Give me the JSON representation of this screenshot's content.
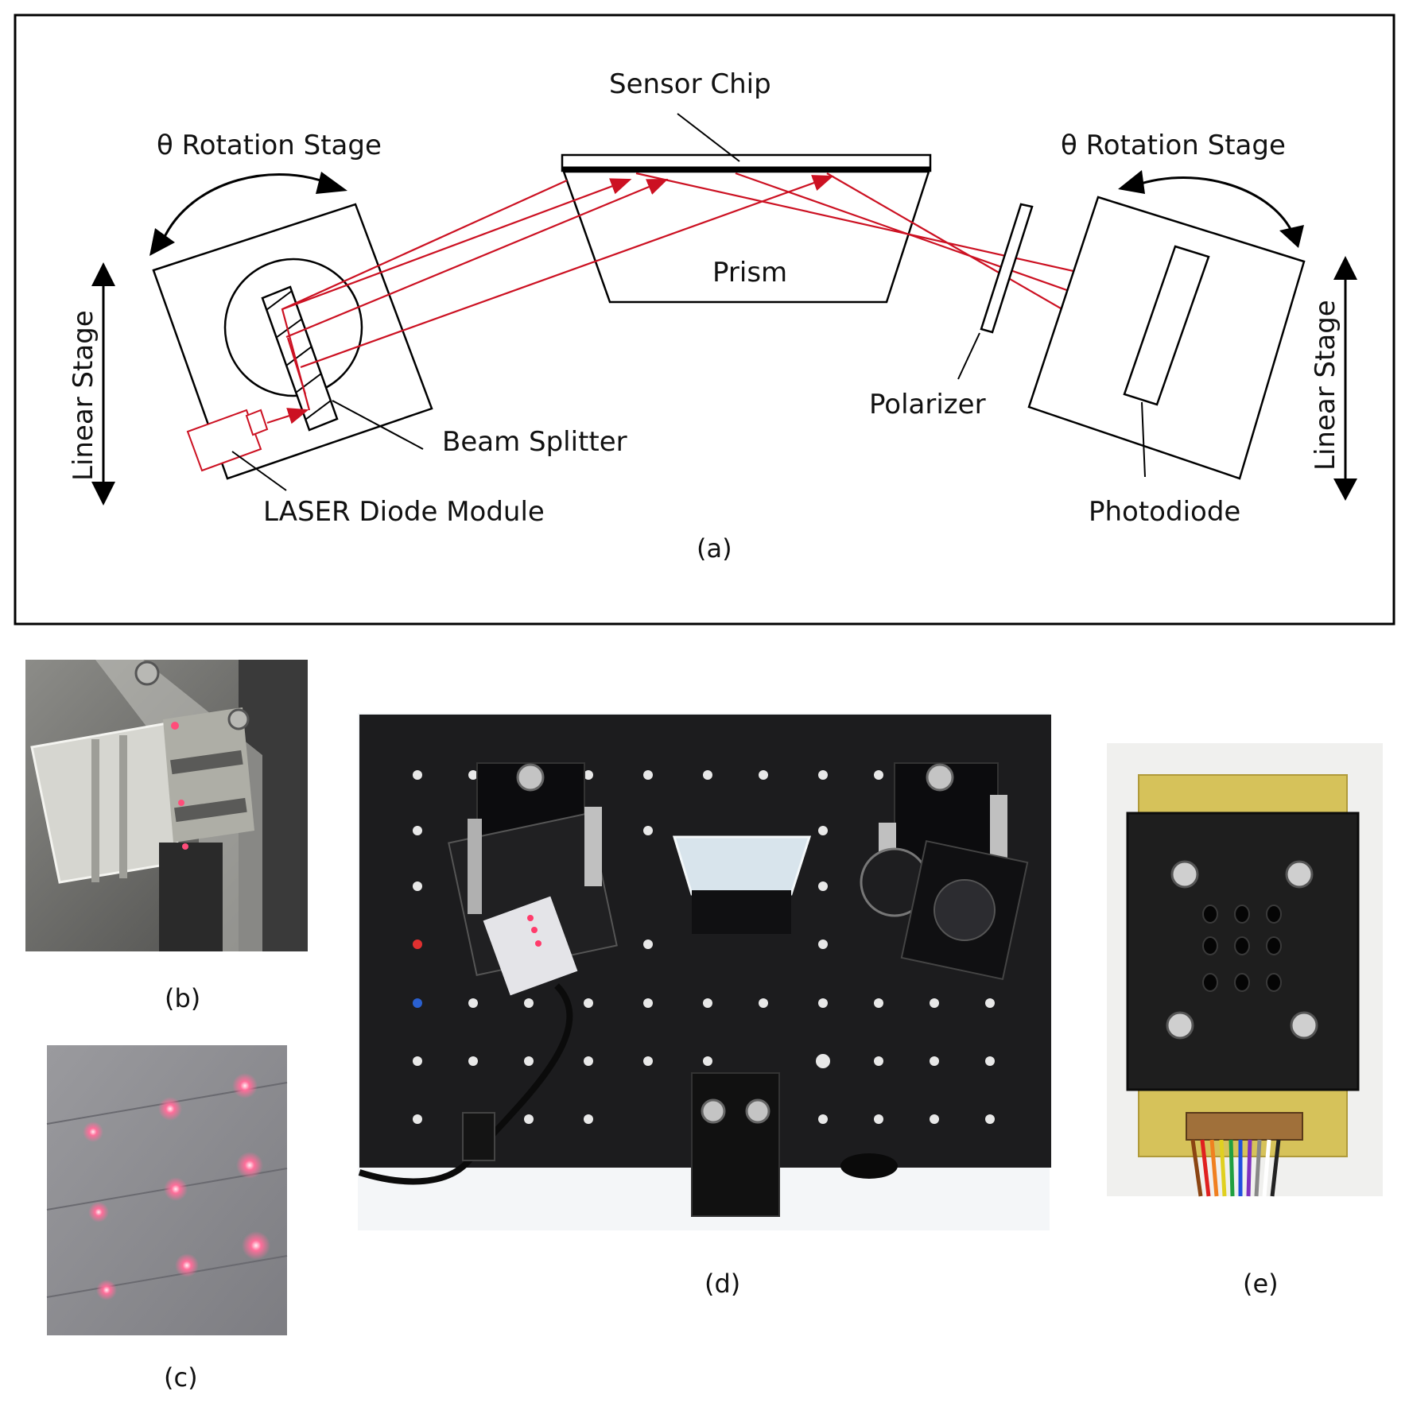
{
  "colors": {
    "laser_red": "#cc1122",
    "line": "#000000",
    "board": "#1c1c1e",
    "spot_pink": "#ff5a8c"
  },
  "panel_a": {
    "sensor_chip": "Sensor Chip",
    "prism": "Prism",
    "rotation_left": "θ Rotation Stage",
    "rotation_right": "θ Rotation Stage",
    "linear_left": "Linear Stage",
    "linear_right": "Linear Stage",
    "beam_splitter": "Beam Splitter",
    "laser_module": "LASER Diode Module",
    "polarizer": "Polarizer",
    "photodiode": "Photodiode",
    "caption": "(a)"
  },
  "photos": {
    "b": {
      "caption": "(b)"
    },
    "c": {
      "caption": "(c)"
    },
    "d": {
      "caption": "(d)"
    },
    "e": {
      "caption": "(e)"
    }
  }
}
